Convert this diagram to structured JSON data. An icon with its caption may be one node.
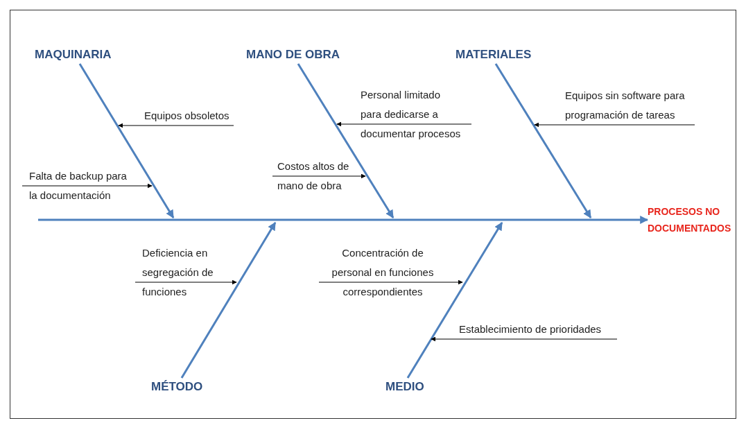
{
  "diagram": {
    "nodes": [
      {
        "text": [
          "MAQUINARIA"
        ]
      },
      {
        "text": [
          "MANO DE OBRA"
        ]
      },
      {
        "text": [
          "MATERIALES"
        ]
      },
      {
        "text": [
          "Personal limitado para dedicarse a documentar procesos"
        ]
      },
      {
        "text": [
          "Equipos sin software para programación de tareas"
        ]
      },
      {
        "text": [
          "Equipos obsoletos"
        ]
      },
      {
        "text": [
          "Falta de backup para la documentación"
        ]
      },
      {
        "text": [
          "Costos altos de mano de obra"
        ]
      },
      {
        "text": [
          "PROCESOS NO DOCUMENTADOS"
        ]
      },
      {
        "text": [
          "Deficiencia en segregación de funciones"
        ]
      },
      {
        "text": [
          "Concentración de personal en funciones correspondientes"
        ]
      },
      {
        "text": [
          "Establecimiento de prioridades"
        ]
      },
      {
        "text": [
          "MÉTODO"
        ]
      },
      {
        "text": [
          "MEDIO"
        ]
      }
    ],
    "edges": [
      {
        "from": null,
        "to": 8,
        "arrow": "to",
        "style": "thick",
        "color": "#4f81bd"
      },
      {
        "from": 0,
        "to": null,
        "arrow": "to",
        "style": "thick",
        "color": "#4f81bd"
      },
      {
        "from": 1,
        "to": null,
        "arrow": "to",
        "style": "thick",
        "color": "#4f81bd"
      },
      {
        "from": 2,
        "to": null,
        "arrow": "to",
        "style": "thick",
        "color": "#4f81bd"
      },
      {
        "from": 12,
        "to": null,
        "arrow": "to",
        "style": "thick",
        "color": "#4f81bd"
      },
      {
        "from": 13,
        "to": null,
        "arrow": "to",
        "style": "thick",
        "color": "#4f81bd"
      },
      {
        "from": 3,
        "to": null,
        "arrow": "to"
      },
      {
        "from": 4,
        "to": null,
        "arrow": "to"
      },
      {
        "from": 5,
        "to": null,
        "arrow": "to"
      },
      {
        "from": 6,
        "to": null,
        "arrow": "to"
      },
      {
        "from": 7,
        "to": null,
        "arrow": "to"
      },
      {
        "from": 9,
        "to": null,
        "arrow": "to"
      },
      {
        "from": 10,
        "to": null,
        "arrow": "to"
      },
      {
        "from": 11,
        "to": null,
        "arrow": "to"
      }
    ]
  }
}
